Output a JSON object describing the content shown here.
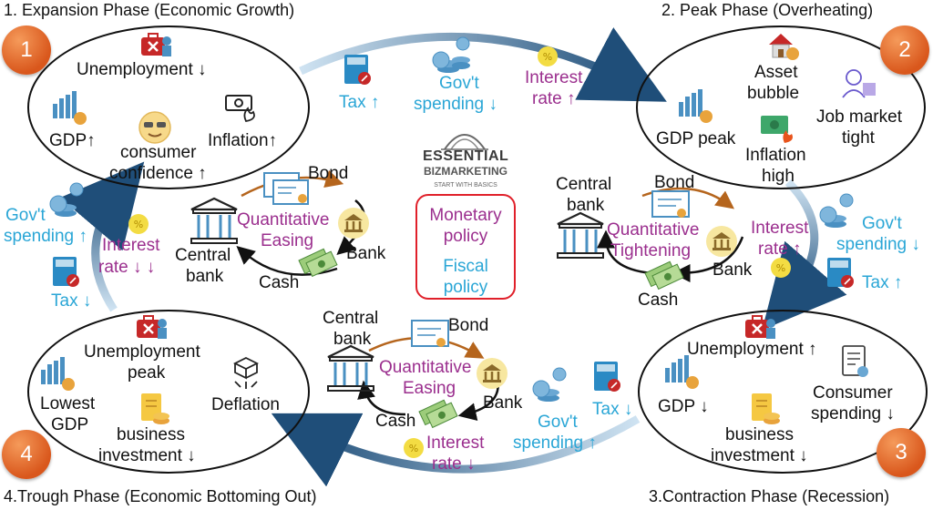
{
  "colors": {
    "fiscal_blue": "#2aa6d6",
    "monetary_purple": "#9b2f8e",
    "badge_orange": "#e06424",
    "arrow_navy": "#1f4e79",
    "policy_box_red": "#e0202a"
  },
  "phases": {
    "expansion": {
      "heading": "1. Expansion Phase (Economic Growth)",
      "number": "1",
      "items": {
        "unemployment": "Unemployment ↓",
        "gdp": "GDP↑",
        "confidence_line1": "consumer",
        "confidence_line2": "confidence ↑",
        "inflation": "Inflation↑"
      }
    },
    "peak": {
      "heading": "2. Peak Phase (Overheating)",
      "number": "2",
      "items": {
        "asset_line1": "Asset",
        "asset_line2": "bubble",
        "gdp": "GDP peak",
        "inflation_line1": "Inflation",
        "inflation_line2": "high",
        "job_line1": "Job market",
        "job_line2": "tight"
      }
    },
    "contraction": {
      "heading": "3.Contraction Phase (Recession)",
      "number": "3",
      "items": {
        "unemployment": "Unemployment ↑",
        "gdp": "GDP ↓",
        "spending_line1": "Consumer",
        "spending_line2": "spending ↓",
        "investment_line1": "business",
        "investment_line2": "investment ↓"
      }
    },
    "trough": {
      "heading": "4.Trough Phase (Economic Bottoming Out)",
      "number": "4",
      "items": {
        "unemployment_line1": "Unemployment",
        "unemployment_line2": "peak",
        "gdp_line1": "Lowest",
        "gdp_line2": "GDP",
        "deflation": "Deflation",
        "investment_line1": "business",
        "investment_line2": "investment ↓"
      }
    }
  },
  "transitions": {
    "top": {
      "tax": "Tax ↑",
      "spending_line1": "Gov't",
      "spending_line2": "spending ↓",
      "interest_line1": "Interest",
      "interest_line2": "rate ↑"
    },
    "right": {
      "spending_line1": "Gov't",
      "spending_line2": "spending ↓",
      "tax": "Tax ↑",
      "interest_line1": "Interest",
      "interest_line2": "rate ↑"
    },
    "bottom": {
      "spending_line1": "Gov't",
      "spending_line2": "spending ↑",
      "tax": "Tax ↓",
      "interest_line1": "Interest",
      "interest_line2": "rate ↓"
    },
    "left": {
      "spending_line1": "Gov't",
      "spending_line2": "spending ↑",
      "tax": "Tax ↓",
      "interest_line1": "Interest",
      "interest_line2": "rate ↓ ↓"
    }
  },
  "cycles": {
    "qe_top": {
      "bond": "Bond",
      "name_line1": "Quantitative",
      "name_line2": "Easing",
      "bank": "Bank",
      "central_line1": "Central",
      "central_line2": "bank",
      "cash": "Cash"
    },
    "qt_right": {
      "bond": "Bond",
      "central_line1": "Central",
      "central_line2": "bank",
      "name_line1": "Quantitative",
      "name_line2": "Tightening",
      "bank": "Bank",
      "cash": "Cash"
    },
    "qe_bottom": {
      "central_line1": "Central",
      "central_line2": "bank",
      "bond": "Bond",
      "name_line1": "Quantitative",
      "name_line2": "Easing",
      "bank": "Bank",
      "cash": "Cash"
    }
  },
  "center": {
    "logo_line1": "ESSENTIAL",
    "logo_line2": "BIZMARKETING",
    "logo_tagline": "START WITH BASICS",
    "monetary_line1": "Monetary",
    "monetary_line2": "policy",
    "fiscal_line1": "Fiscal",
    "fiscal_line2": "policy"
  }
}
